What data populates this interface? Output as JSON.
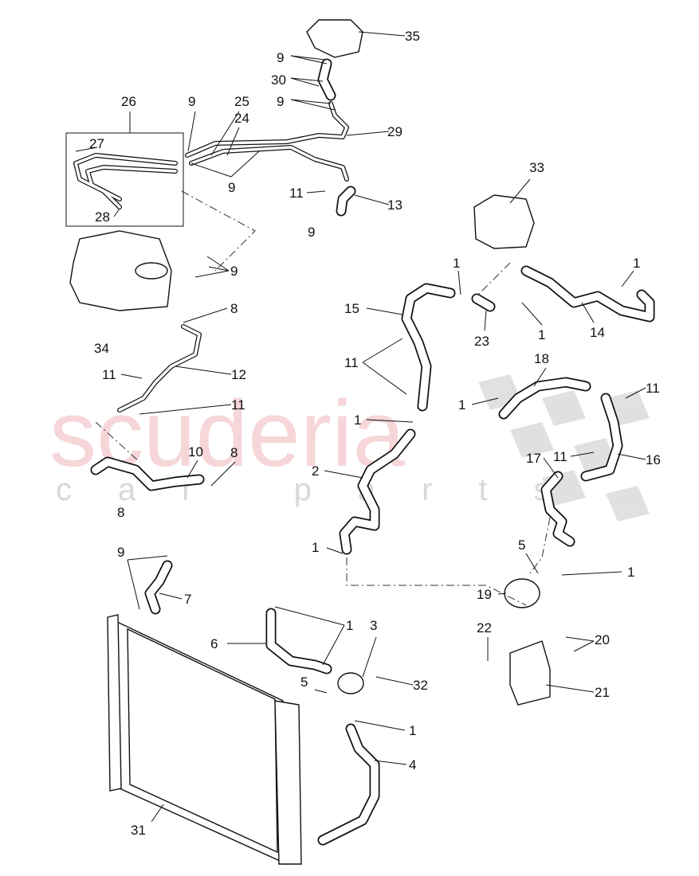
{
  "diagram": {
    "watermark": {
      "brand": "scuderia",
      "subtitle": "car parts"
    },
    "callouts": [
      "35",
      "9",
      "30",
      "9",
      "26",
      "9",
      "25",
      "24",
      "29",
      "27",
      "9",
      "11",
      "13",
      "28",
      "9",
      "33",
      "9",
      "1",
      "1",
      "8",
      "15",
      "23",
      "1",
      "14",
      "34",
      "11",
      "18",
      "11",
      "12",
      "11",
      "1",
      "11",
      "1",
      "17",
      "11",
      "16",
      "10",
      "8",
      "2",
      "8",
      "1",
      "5",
      "9",
      "1",
      "19",
      "7",
      "3",
      "1",
      "22",
      "20",
      "6",
      "5",
      "32",
      "21",
      "1",
      "4",
      "31"
    ],
    "colors": {
      "line": "#111111",
      "watermark_red": "#f4c9cc",
      "watermark_gray": "#d8d8dc"
    }
  }
}
